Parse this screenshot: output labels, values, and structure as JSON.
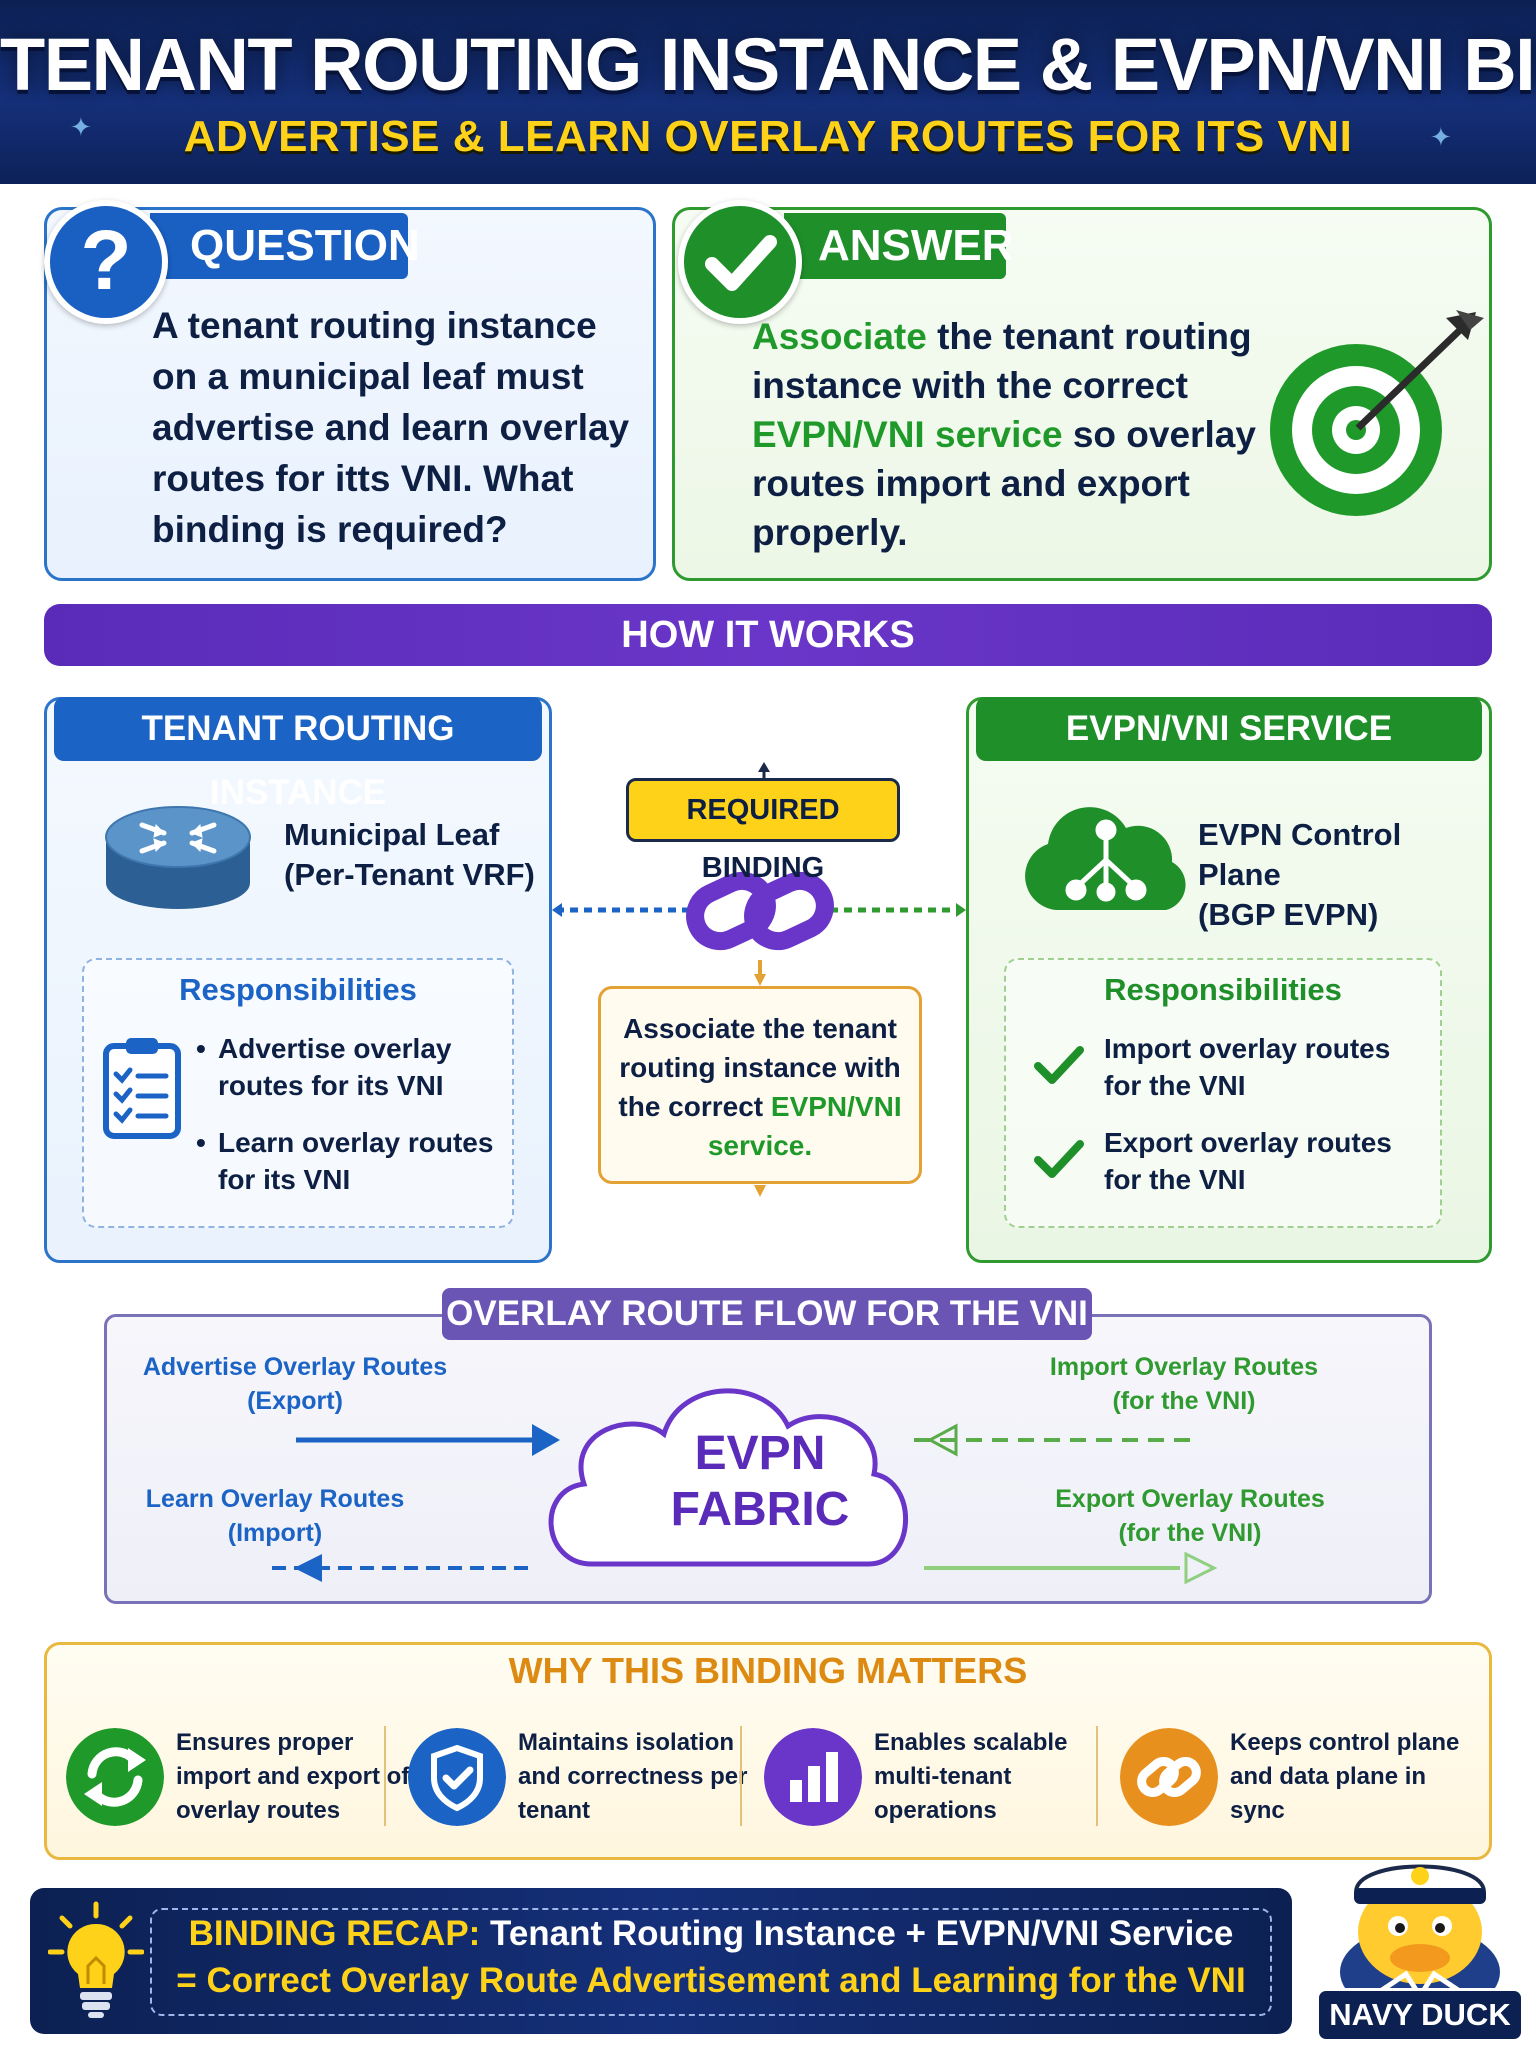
{
  "header": {
    "title": "TENANT ROUTING INSTANCE & EVPN/VNI BINDING",
    "subtitle": "ADVERTISE & LEARN OVERLAY ROUTES FOR ITS VNI"
  },
  "question": {
    "badge": "?",
    "label": "QUESTION",
    "text": "A tenant routing instance on a municipal leaf must advertise and learn overlay routes for itts VNI. What binding is required?"
  },
  "answer": {
    "label": "ANSWER",
    "part1_highlight": "Associate",
    "part2": " the tenant routing instance with the correct ",
    "part3_highlight": "EVPN/VNI service",
    "part4": " so overlay routes import and export properly."
  },
  "how_it_works": {
    "label": "HOW IT WORKS"
  },
  "tenant_panel": {
    "heading": "TENANT ROUTING INSTANCE",
    "device_line1": "Municipal Leaf",
    "device_line2": "(Per-Tenant VRF)",
    "responsibilities_title": "Responsibilities",
    "responsibilities": [
      "Advertise overlay routes for its VNI",
      "Learn overlay routes for its VNI"
    ]
  },
  "binding": {
    "label": "REQUIRED BINDING",
    "text_part1": "Associate the tenant routing instance with the correct ",
    "text_highlight": "EVPN/VNI service.",
    "colors": {
      "tenant": "#1b63c5",
      "evpn": "#1f8f2a",
      "link": "#6a36c9",
      "binding": "#ffd21a"
    }
  },
  "evpn_panel": {
    "heading": "EVPN/VNI SERVICE",
    "device_line1": "EVPN Control Plane",
    "device_line2": "(BGP EVPN)",
    "responsibilities_title": "Responsibilities",
    "responsibilities": [
      "Import overlay routes for the VNI",
      "Export overlay routes for the VNI"
    ]
  },
  "flow": {
    "title": "OVERLAY ROUTE FLOW FOR THE VNI",
    "center_line1": "EVPN",
    "center_line2": "FABRIC",
    "advertise_line1": "Advertise Overlay Routes",
    "advertise_line2": "(Export)",
    "learn_line1": "Learn Overlay Routes",
    "learn_line2": "(Import)",
    "import_line1": "Import Overlay Routes",
    "import_line2": "(for the VNI)",
    "export_line1": "Export Overlay Routes",
    "export_line2": "(for the VNI)"
  },
  "why": {
    "title": "WHY THIS BINDING MATTERS",
    "items": [
      {
        "icon": "sync-icon",
        "color": "#1f9a2a",
        "text": "Ensures proper import and export of overlay routes"
      },
      {
        "icon": "shield-check-icon",
        "color": "#1b63c5",
        "text": "Maintains isolation and correctness per tenant"
      },
      {
        "icon": "bar-chart-icon",
        "color": "#6a36c9",
        "text": "Enables scalable multi-tenant operations"
      },
      {
        "icon": "link-icon",
        "color": "#e8901e",
        "text": "Keeps control plane and data plane in sync"
      }
    ]
  },
  "recap": {
    "label": "BINDING RECAP:",
    "line1_rest": " Tenant Routing Instance  +  EVPN/VNI Service",
    "line2": "= Correct Overlay Route Advertisement and Learning for the VNI"
  },
  "mascot": {
    "label": "NAVY DUCK"
  }
}
